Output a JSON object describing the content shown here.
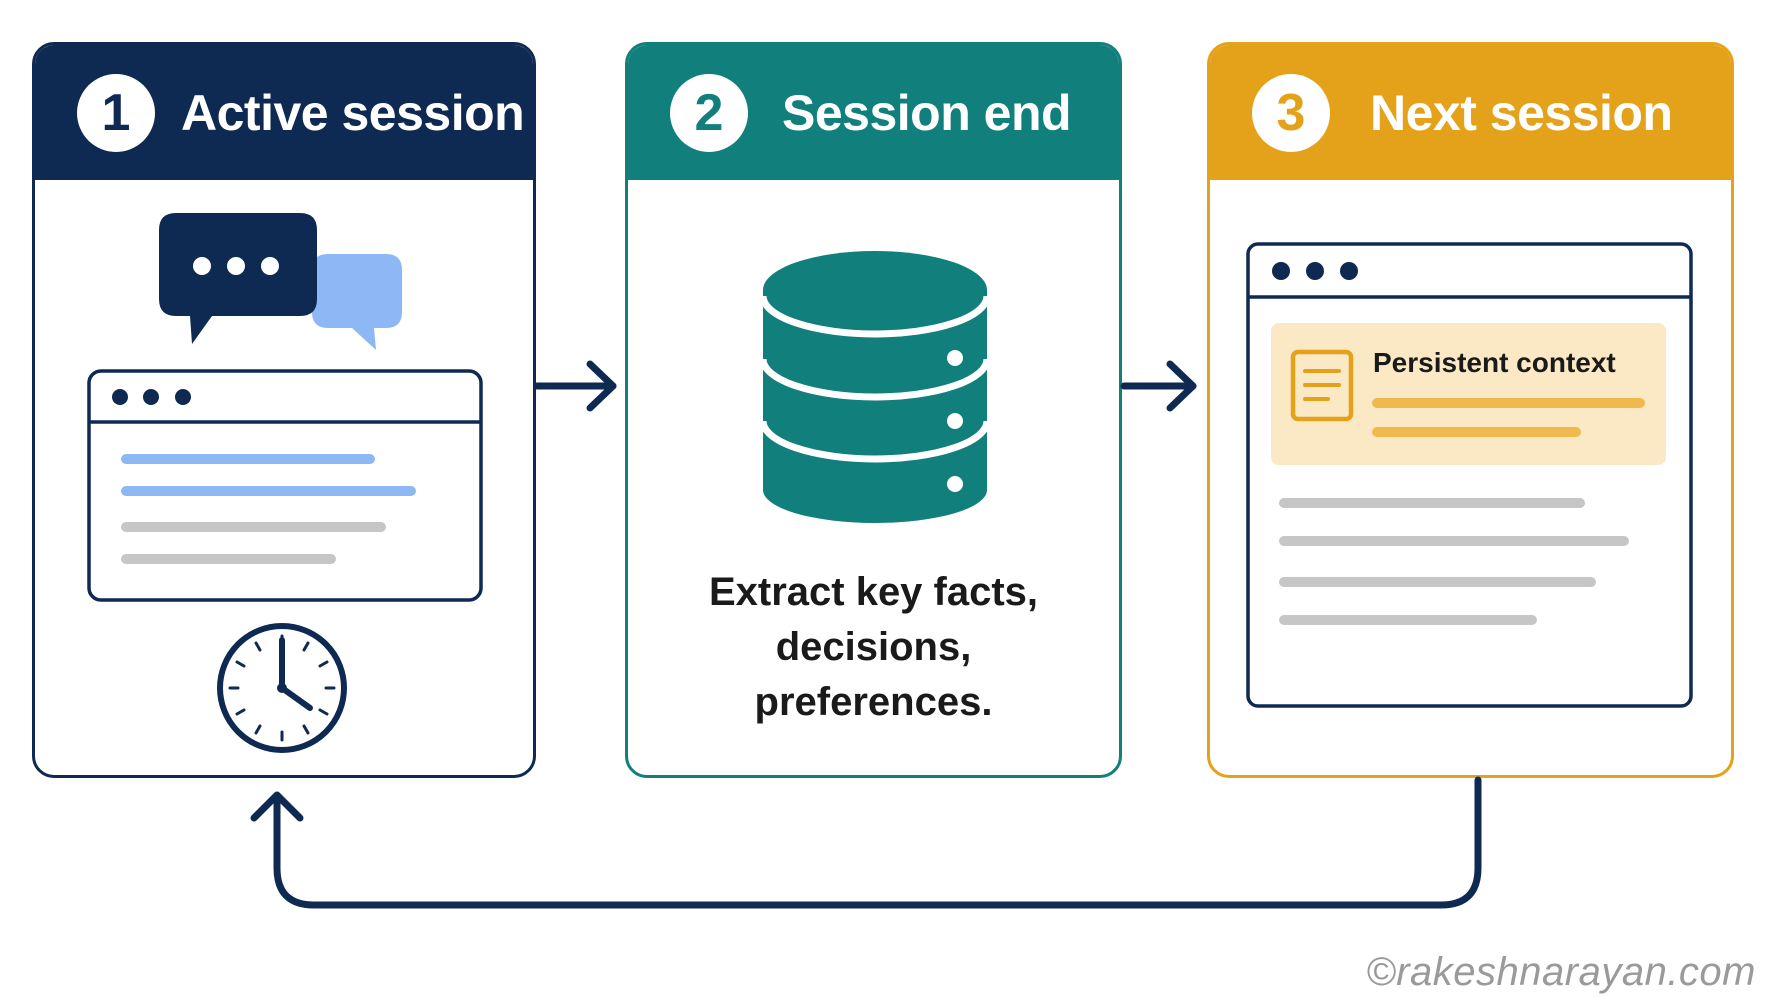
{
  "steps": [
    {
      "number": "1",
      "title": "Active session"
    },
    {
      "number": "2",
      "title": "Session end"
    },
    {
      "number": "3",
      "title": "Next session"
    }
  ],
  "extract_lines": [
    "Extract key facts,",
    "decisions,",
    "preferences."
  ],
  "persistent_context": "Persistent context",
  "credit": "©rakeshnarayan.com",
  "colors": {
    "navy": "#0f2a52",
    "teal": "#117f7c",
    "gold": "#e3a21a",
    "light_blue": "#8db8f5",
    "gray": "#c6c6c6",
    "context_bg": "#fbe8c4"
  },
  "icons": [
    "chat-bubbles-icon",
    "browser-window-icon",
    "clock-icon",
    "database-icon",
    "document-icon",
    "arrow-right-icon",
    "loop-arrow-icon"
  ]
}
